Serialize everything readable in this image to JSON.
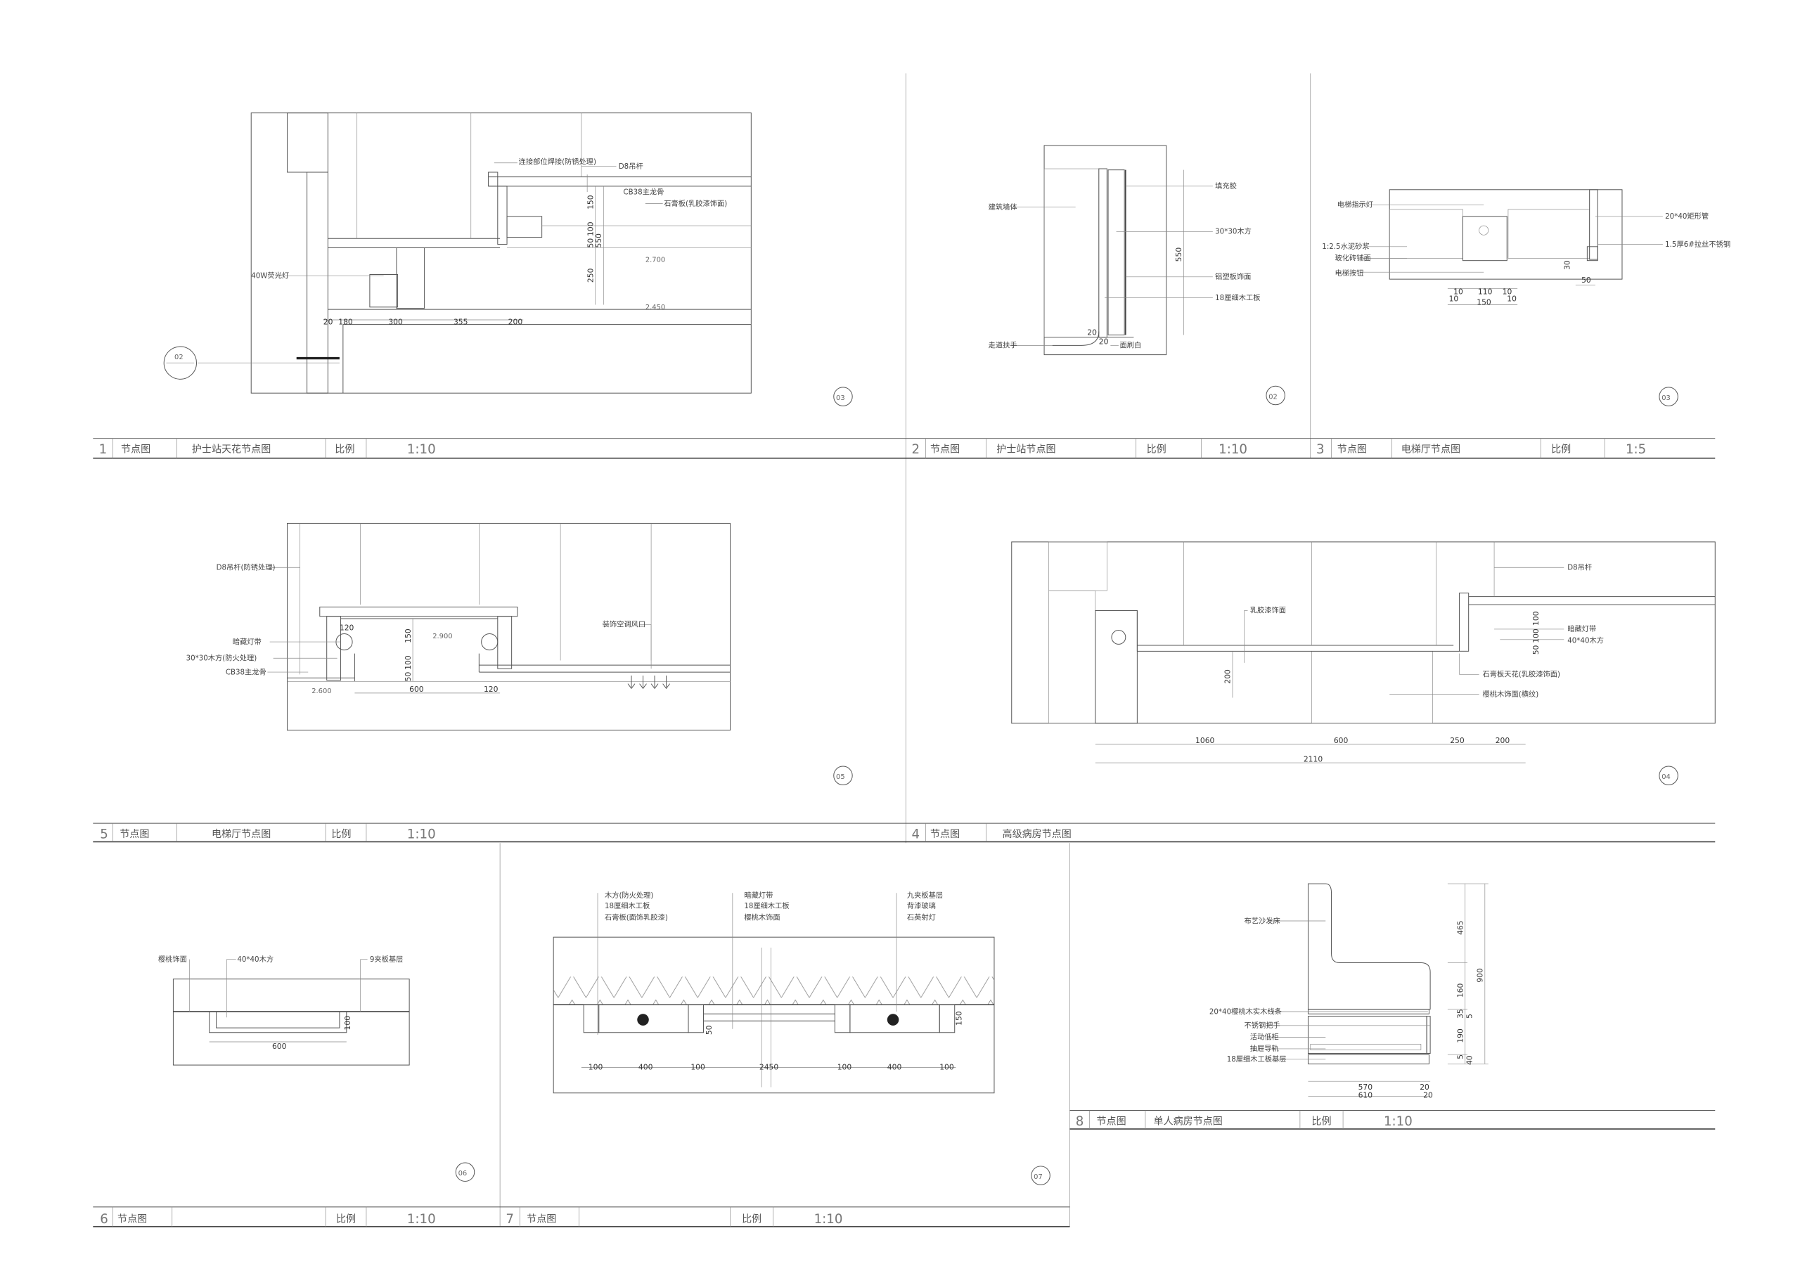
{
  "panels": [
    {
      "num": "1",
      "type": "节点图",
      "title": "护士站天花节点图",
      "scale_label": "比例",
      "scale": "1:10",
      "labels": [
        "D8吊杆",
        "连接部位焊接(防锈处理)",
        "CB38主龙骨",
        "石膏板(乳胶漆饰面)",
        "40W荧光灯"
      ],
      "dims": [
        "150",
        "100",
        "50",
        "550",
        "250",
        "20",
        "180",
        "300",
        "355",
        "200"
      ],
      "levels": [
        "2.700",
        "2.450"
      ],
      "marker": "02",
      "section_marker": "03"
    },
    {
      "num": "2",
      "type": "节点图",
      "title": "护士站节点图",
      "scale_label": "比例",
      "scale": "1:10",
      "labels": [
        "建筑墙体",
        "填充胶",
        "30*30木方",
        "铝塑板饰面",
        "18厘细木工板",
        "走道扶手",
        "面刷白"
      ],
      "dims": [
        "550",
        "20",
        "20"
      ],
      "section_marker": "02"
    },
    {
      "num": "3",
      "type": "节点图",
      "title": "电梯厅节点图",
      "scale_label": "比例",
      "scale": "1:5",
      "labels": [
        "电梯指示灯",
        "20*40矩形管",
        "1:2.5水泥砂浆",
        "1.5厚6#拉丝不锈钢",
        "玻化砖铺面",
        "电梯按钮"
      ],
      "dims": [
        "10",
        "110",
        "10",
        "10",
        "10",
        "150",
        "30",
        "50"
      ],
      "section_marker": "03"
    },
    {
      "num": "4",
      "type": "节点图",
      "title": "高级病房节点图",
      "labels": [
        "乳胶漆饰面",
        "D8吊杆",
        "暗藏灯带",
        "40*40木方",
        "石膏板天花(乳胶漆饰面)",
        "樱桃木饰面(横纹)"
      ],
      "dims": [
        "1060",
        "600",
        "250",
        "200",
        "2110",
        "200",
        "100",
        "100",
        "50"
      ],
      "section_marker": "04"
    },
    {
      "num": "5",
      "type": "节点图",
      "title": "电梯厅节点图",
      "scale_label": "比例",
      "scale": "1:10",
      "labels": [
        "D8吊杆(防锈处理)",
        "暗藏灯带",
        "30*30木方(防火处理)",
        "CB38主龙骨",
        "装饰空调风口"
      ],
      "dims": [
        "120",
        "150",
        "100",
        "50",
        "600",
        "120"
      ],
      "levels": [
        "2.900",
        "2.600"
      ],
      "section_marker": "05"
    },
    {
      "num": "6",
      "type": "节点图",
      "title": "",
      "scale_label": "比例",
      "scale": "1:10",
      "labels": [
        "樱桃饰面",
        "40*40木方",
        "9夹板基层"
      ],
      "dims": [
        "600",
        "100"
      ],
      "section_marker": "06"
    },
    {
      "num": "7",
      "type": "节点图",
      "title": "",
      "scale_label": "比例",
      "scale": "1:10",
      "labels": [
        "木方(防火处理)",
        "18厘细木工板",
        "石膏板(面饰乳胶漆)",
        "暗藏灯带",
        "18厘细木工板",
        "樱桃木饰面",
        "九夹板基层",
        "背漆玻璃",
        "石英射灯"
      ],
      "dims": [
        "100",
        "400",
        "100",
        "2450",
        "100",
        "400",
        "100",
        "50",
        "150"
      ],
      "section_marker": "07"
    },
    {
      "num": "8",
      "type": "节点图",
      "title": "单人病房节点图",
      "scale_label": "比例",
      "scale": "1:10",
      "labels": [
        "布艺沙发床",
        "20*40樱桃木实木线条",
        "不锈钢把手",
        "活动低柜",
        "抽屉导轨",
        "18厘细木工板基层"
      ],
      "dims": [
        "465",
        "900",
        "160",
        "35",
        "5",
        "190",
        "5",
        "40",
        "570",
        "610",
        "20",
        "20"
      ]
    }
  ]
}
